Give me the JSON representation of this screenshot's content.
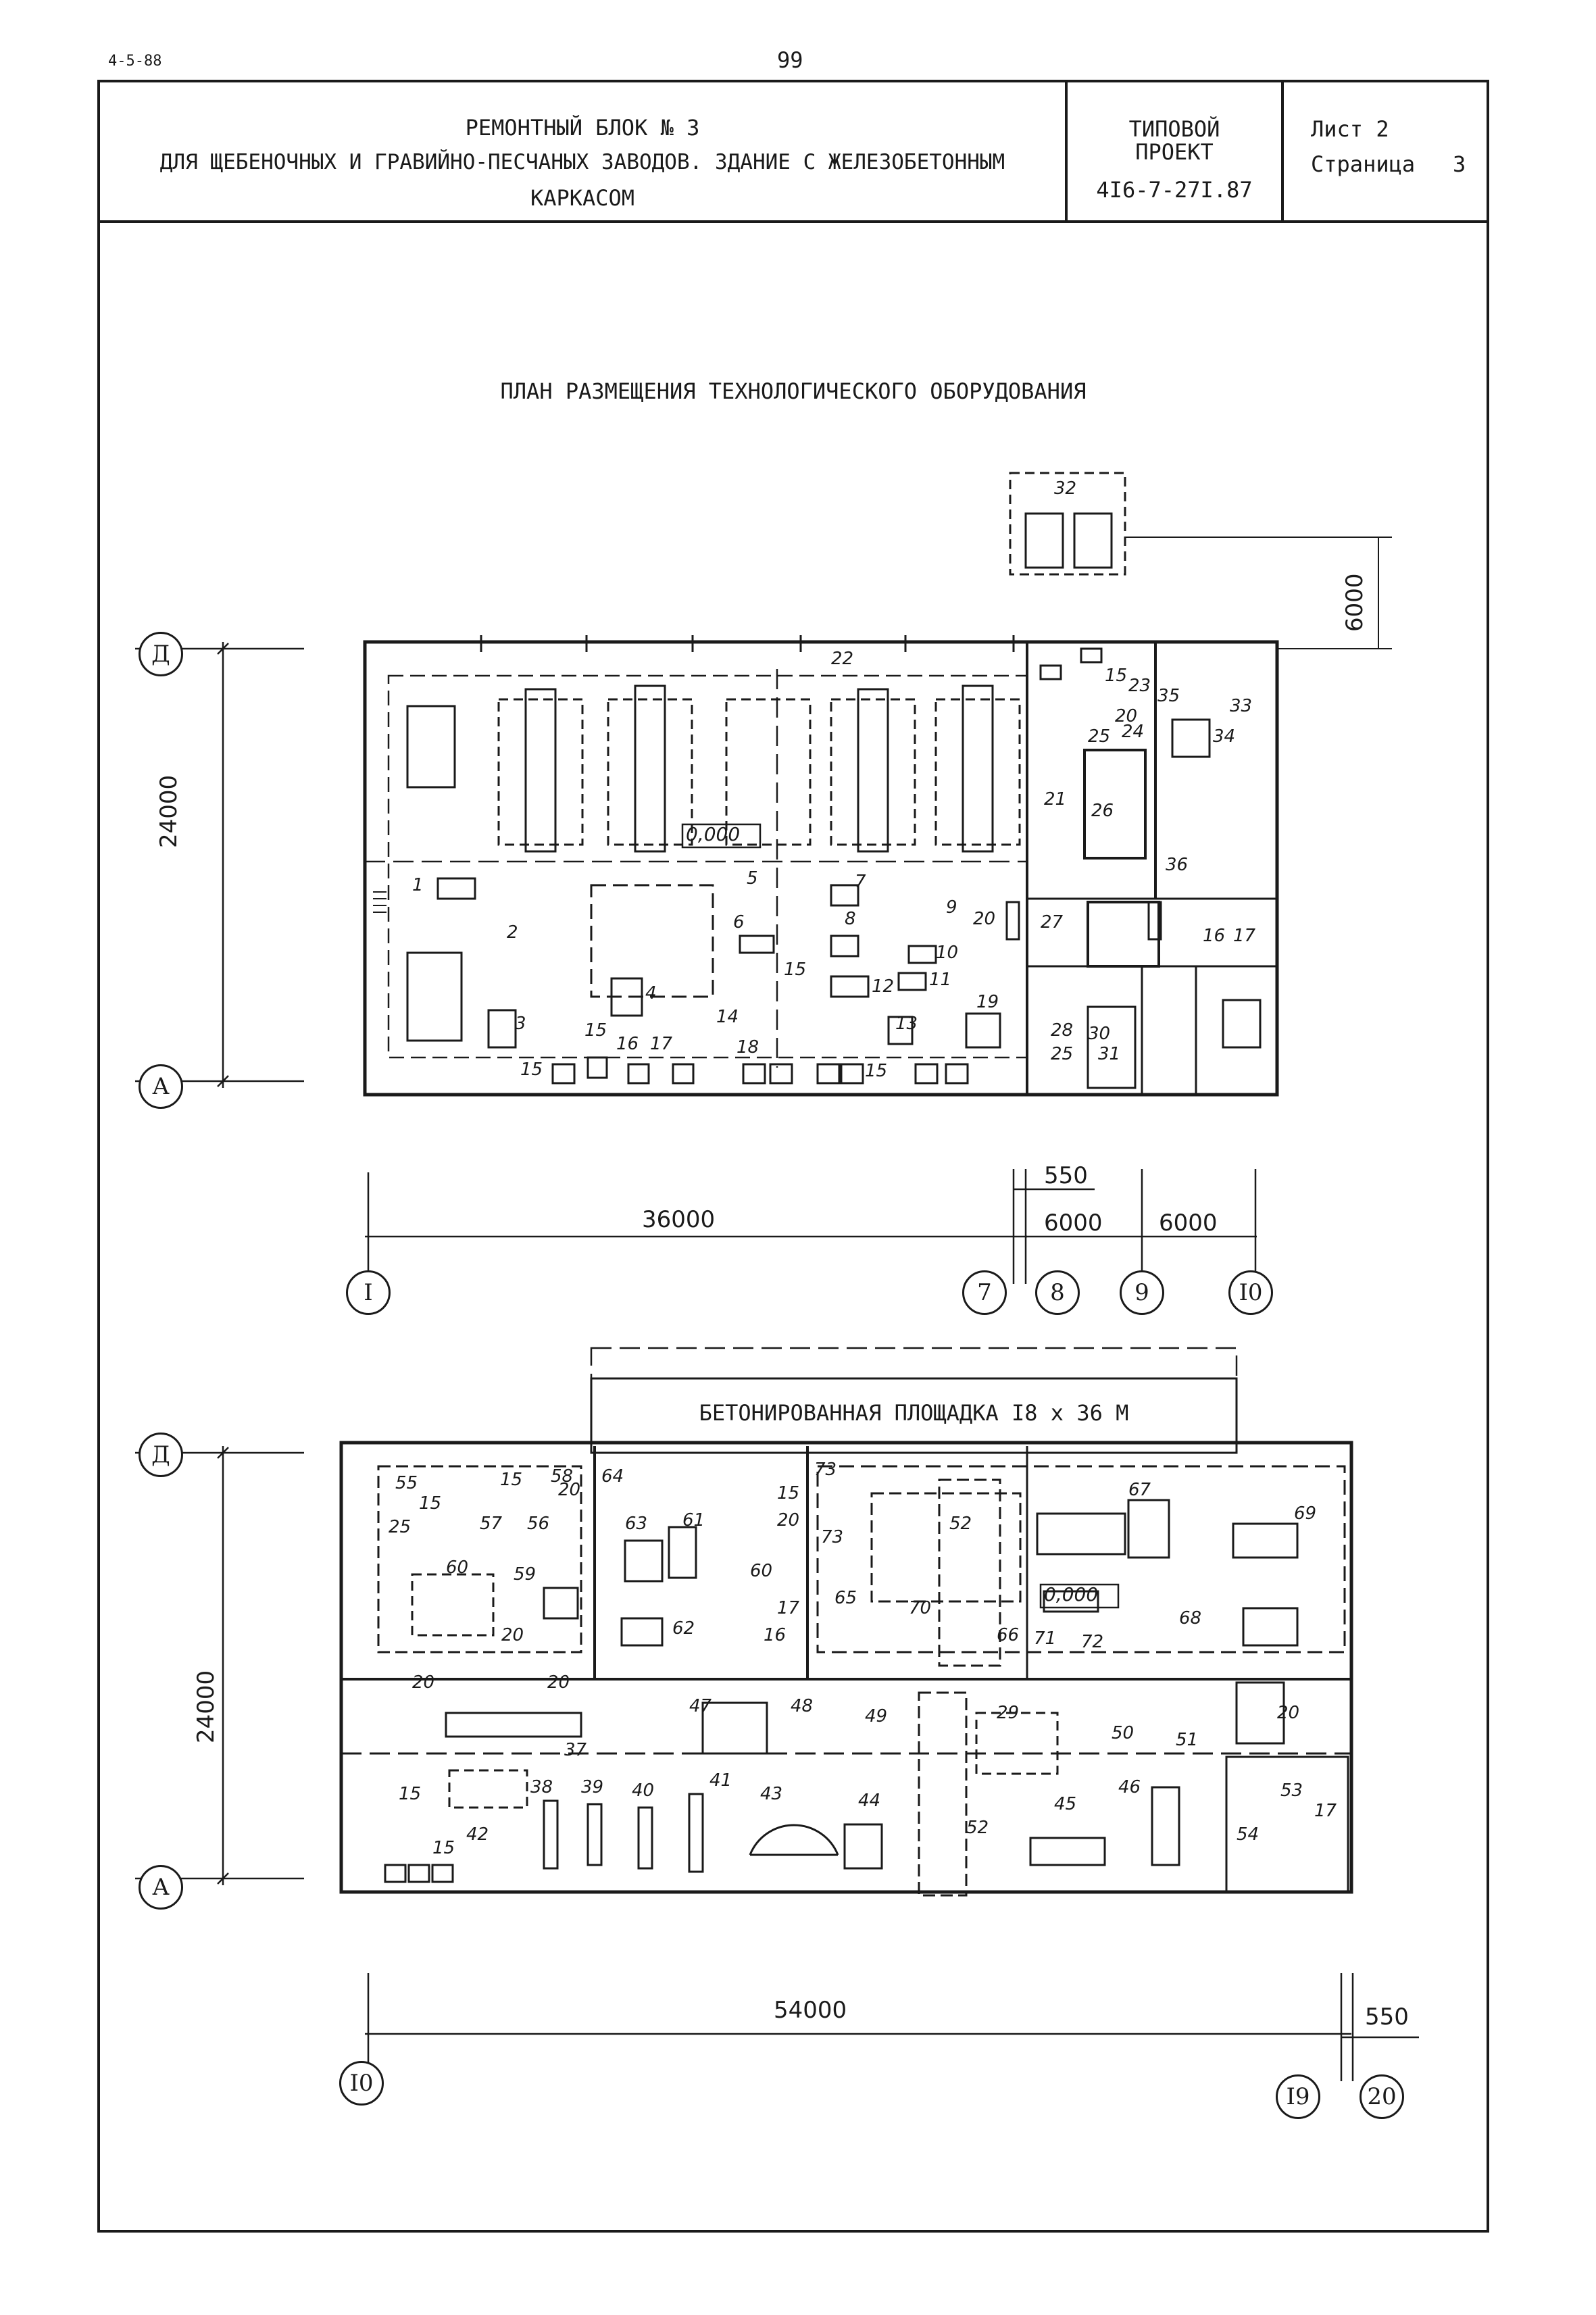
{
  "sheet": {
    "code": "4-5-88",
    "page_number": "99"
  },
  "title_block": {
    "title_line1": "РЕМОНТНЫЙ БЛОК № 3",
    "title_line2": "ДЛЯ ЩЕБЕНОЧНЫХ И ГРАВИЙНО-ПЕСЧАНЫХ ЗАВОДОВ. ЗДАНИЕ С ЖЕЛЕЗОБЕТОННЫМ",
    "title_line3": "КАРКАСОМ",
    "project_type_line1": "ТИПОВОЙ",
    "project_type_line2": "ПРОЕКТ",
    "project_number": "4I6-7-27I.87",
    "sheet_label": "Лист 2",
    "page_label": "Страница",
    "page_value": "3"
  },
  "drawing": {
    "heading": "ПЛАН РАЗМЕЩЕНИЯ ТЕХНОЛОГИЧЕСКОГО ОБОРУДОВАНИЯ",
    "top_plan": {
      "axis_top": "Д",
      "axis_bottom": "А",
      "height_dim": "24000",
      "annex_dim": "6000",
      "floor_level": "0,000",
      "dims": {
        "main": "36000",
        "gap": "550",
        "bay1": "6000",
        "bay2": "6000"
      },
      "axes_x": [
        "I",
        "7",
        "8",
        "9",
        "I0"
      ],
      "labels": [
        "1",
        "2",
        "3",
        "4",
        "5",
        "6",
        "7",
        "8",
        "9",
        "10",
        "11",
        "12",
        "13",
        "14",
        "15",
        "15",
        "15",
        "15",
        "15",
        "16",
        "16",
        "17",
        "17",
        "18",
        "19",
        "20",
        "20",
        "21",
        "22",
        "23",
        "24",
        "25",
        "25",
        "26",
        "27",
        "28",
        "30",
        "31",
        "32",
        "33",
        "34",
        "35",
        "36"
      ]
    },
    "bottom_plan": {
      "axis_top": "Д",
      "axis_bottom": "А",
      "height_dim": "24000",
      "concrete_pad": "БЕТОНИРОВАННАЯ ПЛОЩАДКА I8 x 36 М",
      "floor_level": "0,000",
      "dims": {
        "main": "54000",
        "gap": "550"
      },
      "axes_x": [
        "I0",
        "I9",
        "20"
      ],
      "labels": [
        "15",
        "15",
        "15",
        "15",
        "15",
        "16",
        "17",
        "17",
        "20",
        "20",
        "20",
        "20",
        "20",
        "20",
        "25",
        "29",
        "37",
        "38",
        "39",
        "40",
        "41",
        "42",
        "43",
        "44",
        "45",
        "46",
        "47",
        "48",
        "49",
        "50",
        "51",
        "52",
        "52",
        "53",
        "54",
        "55",
        "56",
        "57",
        "58",
        "59",
        "60",
        "60",
        "61",
        "62",
        "63",
        "64",
        "65",
        "66",
        "67",
        "68",
        "69",
        "70",
        "71",
        "72",
        "73",
        "73"
      ]
    }
  }
}
